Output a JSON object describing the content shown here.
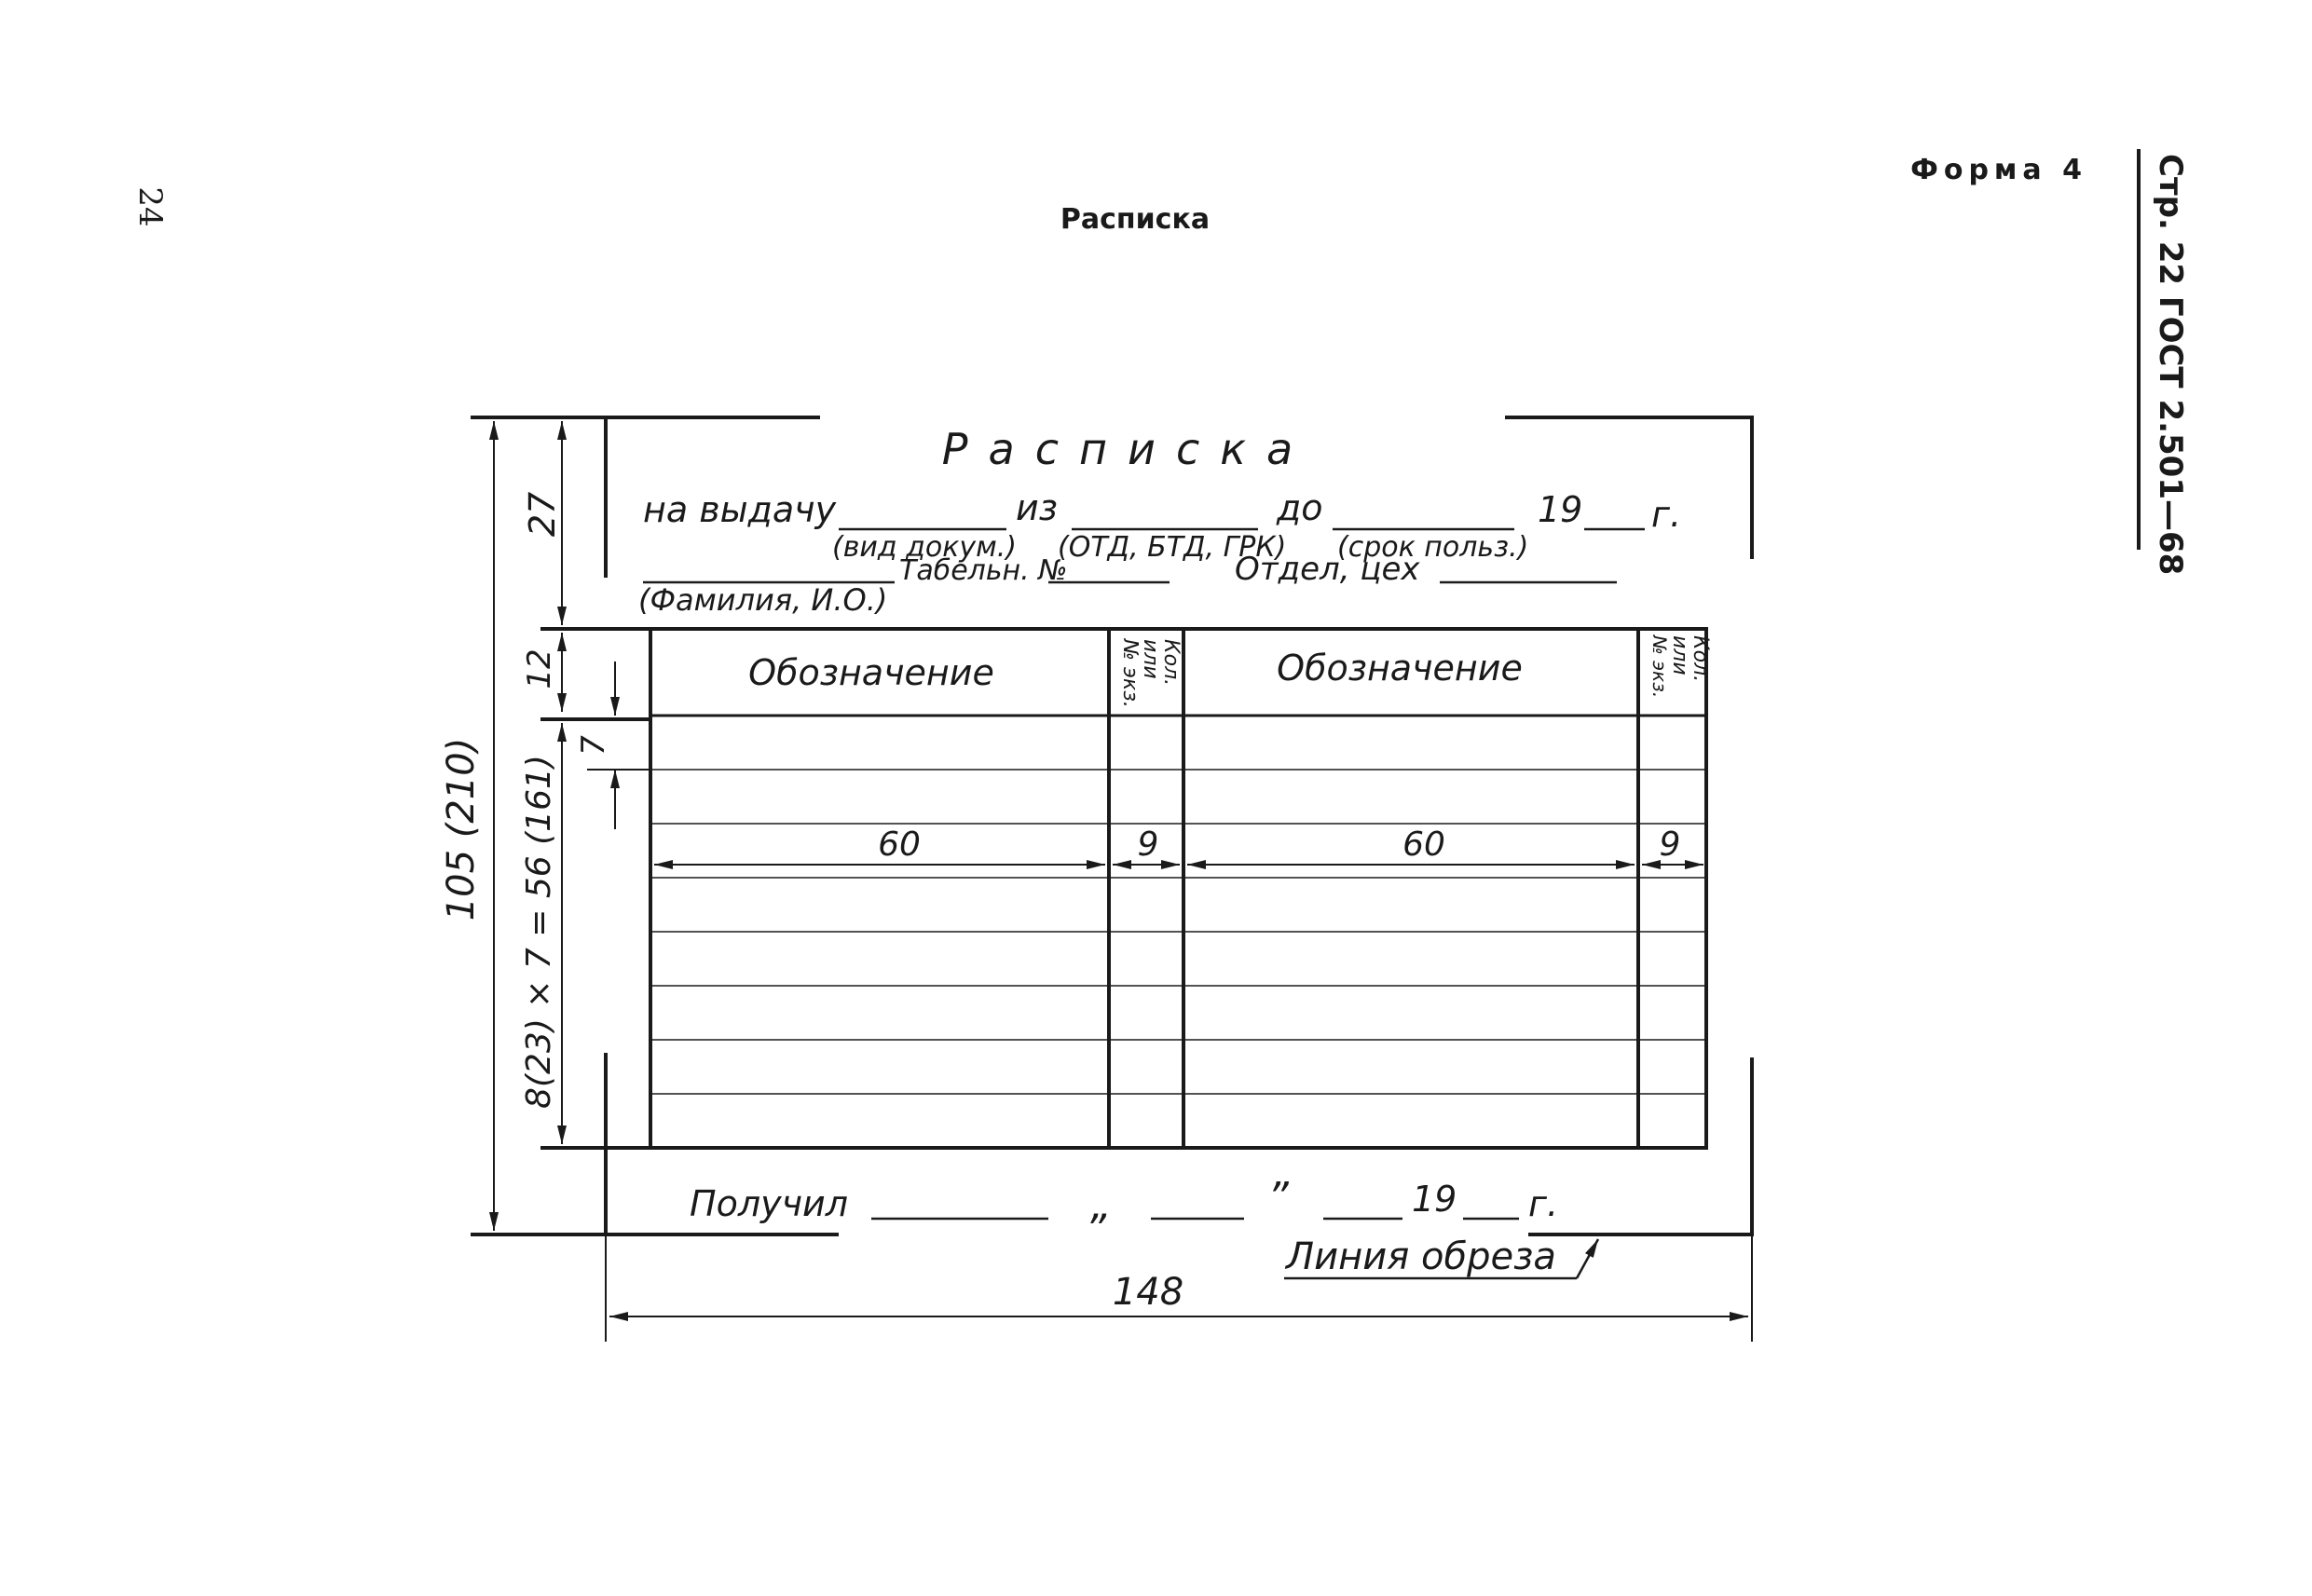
{
  "page_number": "24",
  "form_label": "Форма 4",
  "standard_ref": "Стр. 22 ГОСТ 2.501—68",
  "heading": "Расписка",
  "form": {
    "title": "Расписка",
    "issue_label": "на выдачу",
    "from_label": "из",
    "to_label": "до",
    "year_label": "19",
    "year_suffix": "г.",
    "doc_type_caption": "(вид докум.)",
    "dept_caption": "(ОТД, БТД, ГРК)",
    "term_caption": "(срок польз.)",
    "name_caption": "(Фамилия, И.О.)",
    "tab_number_label": "Табельн. №",
    "department_label": "Отдел, цех"
  },
  "table": {
    "col1_header": "Обозначение",
    "col2_header": [
      "Кол.",
      "или",
      "№ экз."
    ],
    "col3_header": "Обозначение",
    "col4_header": [
      "Кол.",
      "или",
      "№ экз."
    ],
    "rows": 8
  },
  "footer": {
    "received_label": "Получил",
    "quote_open": "„",
    "quote_close": "”",
    "year_label": "19",
    "year_suffix": "г."
  },
  "dimensions": {
    "total_height": "105 (210)",
    "header_height": "27",
    "table_header_height": "12",
    "row_height": "7",
    "rows_formula": "8(23) × 7 = 56 (161)",
    "col_wide_1": "60",
    "col_narrow_1": "9",
    "col_wide_2": "60",
    "col_narrow_2": "9",
    "total_width": "148"
  },
  "cut_line_label": "Линия обреза"
}
